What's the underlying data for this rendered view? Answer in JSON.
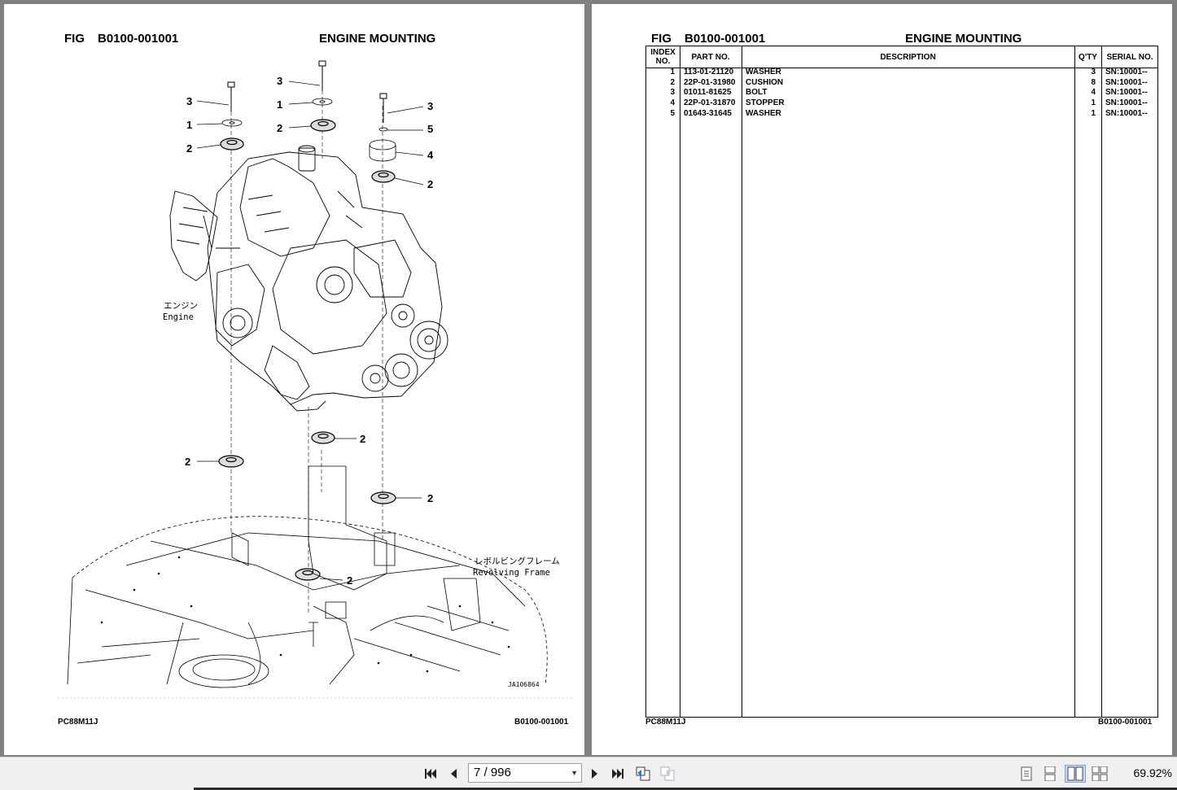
{
  "left_page": {
    "fig_label": "FIG",
    "fig_number": "B0100-001001",
    "title": "ENGINE MOUNTING",
    "callouts": [
      "3",
      "1",
      "2",
      "3",
      "1",
      "2",
      "3",
      "5",
      "4",
      "2",
      "2",
      "2",
      "2",
      "2"
    ],
    "engine_label_jp": "エンジン",
    "engine_label_en": "Engine",
    "frame_label_jp": "レボルビングフレーム",
    "frame_label_en": "Revolving Frame",
    "drawing_code": "JA106864",
    "footer_model": "PC88M11J",
    "footer_fig": "B0100-001001"
  },
  "right_page": {
    "fig_label": "FIG",
    "fig_number": "B0100-001001",
    "title": "ENGINE MOUNTING",
    "columns": {
      "index_no": "INDEX NO.",
      "part_no": "PART NO.",
      "description": "DESCRIPTION",
      "qty": "Q'TY",
      "serial_no": "SERIAL NO."
    },
    "rows": [
      {
        "index": "1",
        "part_no": "113-01-21120",
        "description": "WASHER",
        "qty": "3",
        "serial": "SN:10001--"
      },
      {
        "index": "2",
        "part_no": "22P-01-31980",
        "description": "CUSHION",
        "qty": "8",
        "serial": "SN:10001--"
      },
      {
        "index": "3",
        "part_no": "01011-81625",
        "description": "BOLT",
        "qty": "4",
        "serial": "SN:10001--"
      },
      {
        "index": "4",
        "part_no": "22P-01-31870",
        "description": "STOPPER",
        "qty": "1",
        "serial": "SN:10001--"
      },
      {
        "index": "5",
        "part_no": "01643-31645",
        "description": "WASHER",
        "qty": "1",
        "serial": "SN:10001--"
      }
    ],
    "footer_model": "PC88M11J",
    "footer_fig": "B0100-001001"
  },
  "toolbar": {
    "page_indicator": "7 / 996",
    "zoom": "69.92%",
    "icons": [
      "first-page-icon",
      "prev-page-icon",
      "next-page-icon",
      "last-page-icon",
      "back-view-icon",
      "forward-view-icon",
      "single-page-icon",
      "continuous-page-icon",
      "two-page-icon",
      "two-page-continuous-icon"
    ]
  }
}
